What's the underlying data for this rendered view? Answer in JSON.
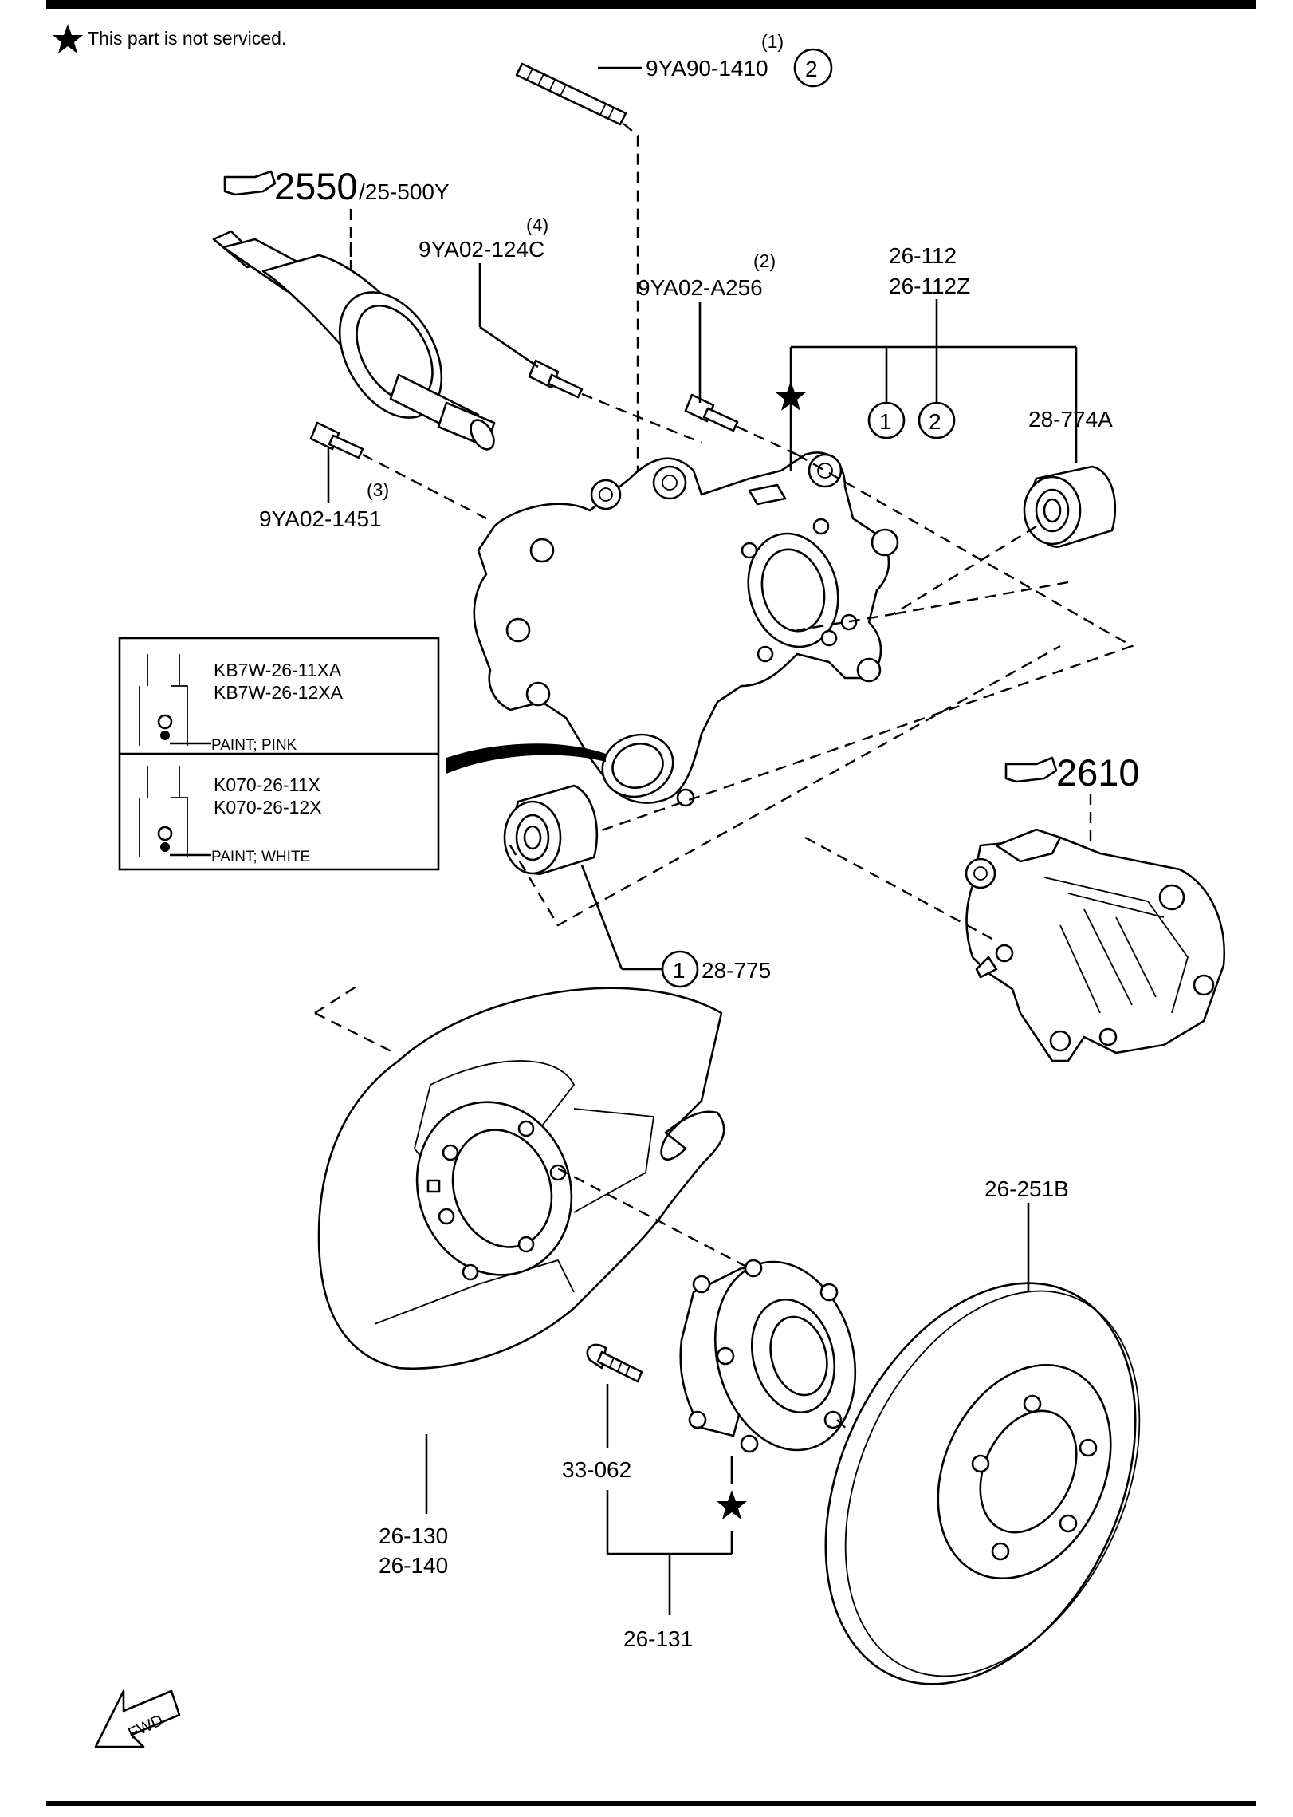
{
  "note": "This part is not serviced.",
  "callouts": {
    "stud_qty": "(1)",
    "stud_part": "9YA90-1410",
    "stud_ref": "2",
    "driveshaft_ref_main": "2550",
    "driveshaft_ref_sub": "/25-500Y",
    "bolt_a_qty": "(4)",
    "bolt_a_part": "9YA02-124C",
    "bolt_b_qty": "(2)",
    "bolt_b_part": "9YA02-A256",
    "knuckle_part_1": "26-112",
    "knuckle_part_2": "26-112Z",
    "ref_1": "1",
    "ref_2": "2",
    "bushing_upper": "28-774A",
    "bolt_c_qty": "(3)",
    "bolt_c_part": "9YA02-1451",
    "caliper_ref": "2610",
    "bushing_lower_ref": "1",
    "bushing_lower": "28-775",
    "disc": "26-251B",
    "hub_bolt": "33-062",
    "shield_1": "26-130",
    "shield_2": "26-140",
    "hub_assy": "26-131",
    "fwd": "FWD"
  },
  "inset": [
    {
      "part_1": "KB7W-26-11XA",
      "part_2": "KB7W-26-12XA",
      "paint": "PAINT; PINK"
    },
    {
      "part_1": "K070-26-11X",
      "part_2": "K070-26-12X",
      "paint": "PAINT; WHITE"
    }
  ]
}
